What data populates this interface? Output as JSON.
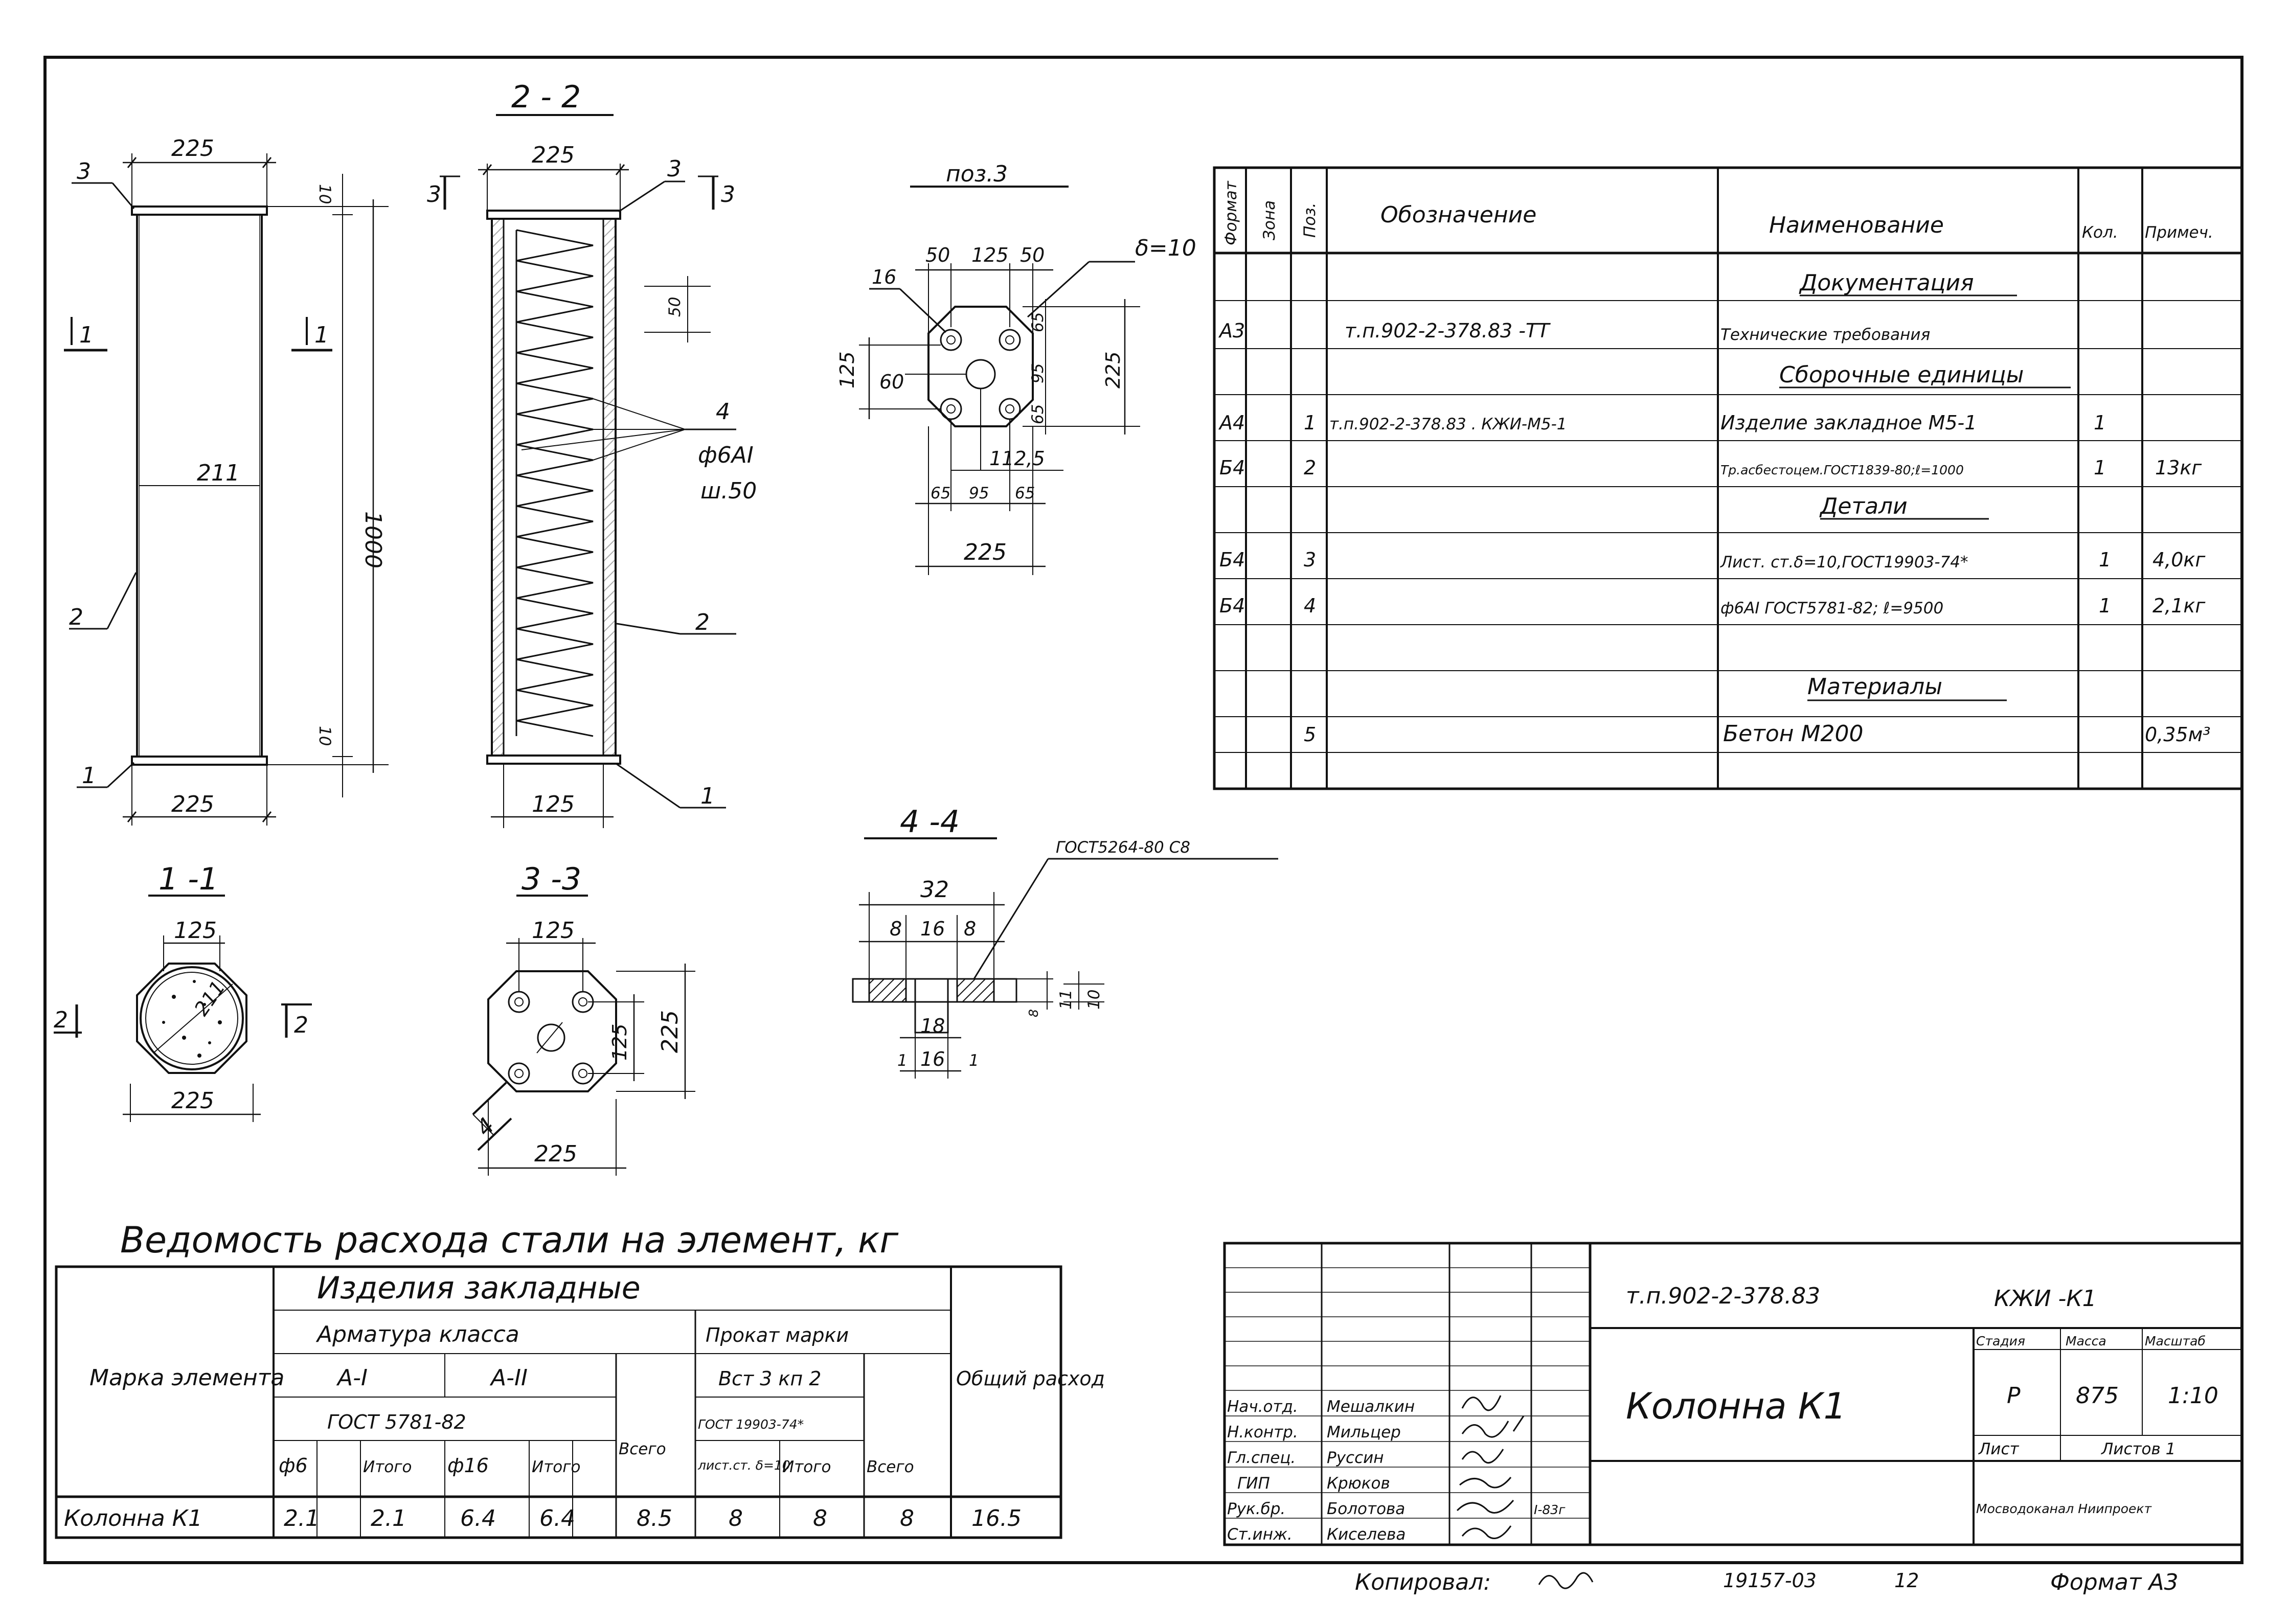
{
  "drawing": {
    "section_labels": {
      "s22": "2 - 2",
      "s11": "1 -1",
      "s33": "3 -3",
      "s44": "4 -4",
      "pos3": "поз.3"
    },
    "elevation": {
      "top_width": "225",
      "bottom_width": "225",
      "inner": "211",
      "height": "1000",
      "gap_top": "10",
      "gap_bottom": "10",
      "mark_3": "3",
      "mark_2": "2",
      "mark_1": "1",
      "cut_left": "1",
      "cut_right": "1"
    },
    "section22": {
      "width": "225",
      "bottom_dim": "125",
      "cut_left": "3",
      "cut_right": "3",
      "mark_3": "3",
      "pitch": "50",
      "mark_4": "4",
      "rebar": "ф6АI",
      "step": "ш.50",
      "mark_2": "2",
      "mark_1": "1"
    },
    "pos3": {
      "thickness": "δ=10",
      "d50a": "50",
      "d125": "125",
      "d50b": "50",
      "hole": "16",
      "left_dim": "125",
      "d60": "60",
      "d65a": "65",
      "d95": "95",
      "d65b": "65",
      "right_dim": "225",
      "d1125": "112,5",
      "b65a": "65",
      "b95": "95",
      "b65b": "65",
      "bottom_dim": "225"
    },
    "section11": {
      "top": "125",
      "diameter": "211",
      "bottom": "225",
      "left_cut": "2",
      "right_cut": "2"
    },
    "section33": {
      "top": "125",
      "right_inner": "125",
      "right_outer": "225",
      "bottom": "225",
      "angle_mark": "4"
    },
    "section44": {
      "weld": "ГОСТ5264-80 С8",
      "total": "32",
      "d8a": "8",
      "d16": "16",
      "d8b": "8",
      "h_small": "8",
      "h_11": "11",
      "h_10": "10",
      "d18": "18",
      "d16b": "16",
      "d1a": "1",
      "d1b": "1"
    }
  },
  "spec": {
    "headers": {
      "format": "Формат",
      "zone": "Зона",
      "pos": "Поз.",
      "designation": "Обозначение",
      "name": "Наименование",
      "qty": "Кол.",
      "note": "Примеч."
    },
    "sections": {
      "docs": "Документация",
      "units": "Сборочные единицы",
      "parts": "Детали",
      "materials": "Материалы"
    },
    "rows": [
      {
        "format": "А3",
        "pos": "",
        "designation": "т.п.902-2-378.83   -ТТ",
        "name": "Технические требования",
        "qty": "",
        "note": ""
      },
      {
        "format": "А4",
        "pos": "1",
        "designation": "т.п.902-2-378.83 . КЖИ-М5-1",
        "name": "Изделие закладное М5-1",
        "qty": "1",
        "note": ""
      },
      {
        "format": "Б4",
        "pos": "2",
        "designation": "",
        "name": "Тр.асбестоцем.ГОСТ1839-80;ℓ=1000",
        "qty": "1",
        "note": "13кг"
      },
      {
        "format": "Б4",
        "pos": "3",
        "designation": "",
        "name": "Лист. ст.δ=10,ГОСТ19903-74*",
        "qty": "1",
        "note": "4,0кг"
      },
      {
        "format": "Б4",
        "pos": "4",
        "designation": "",
        "name": "ф6АI ГОСТ5781-82; ℓ=9500",
        "qty": "1",
        "note": "2,1кг"
      },
      {
        "format": "",
        "pos": "5",
        "designation": "",
        "name": "Бетон  М200",
        "qty": "",
        "note": "0,35м³"
      }
    ]
  },
  "steel": {
    "title": "Ведомость расхода стали на элемент, кг",
    "brand_header": "Марка элемента",
    "embedded": "Изделия закладные",
    "rebar_class": "Арматура класса",
    "rolled": "Прокат марки",
    "a1": "А-I",
    "a2": "А-II",
    "gost_rebar": "ГОСТ 5781-82",
    "vst": "Вст 3  кп 2",
    "gost_sheet": "ГОСТ 19903-74*",
    "sheet": "лист.ст. δ=10",
    "phi6": "ф6",
    "total1": "Итого",
    "phi16": "ф16",
    "total2": "Итого",
    "vsego1": "Всего",
    "total3": "Итого",
    "vsego2": "Всего",
    "overall": "Общий расход",
    "row": {
      "brand": "Колонна К1",
      "phi6": "2.1",
      "t1": "2.1",
      "phi16": "6.4",
      "t2": "6.4",
      "vsego1": "8.5",
      "sheet": "8",
      "t3": "8",
      "vsego2": "8",
      "overall": "16.5"
    }
  },
  "title_block": {
    "doc_code": "т.п.902-2-378.83",
    "sheet_code": "КЖИ -К1",
    "name": "Колонна  К1",
    "stage_h": "Стадия",
    "mass_h": "Масса",
    "scale_h": "Масштаб",
    "stage": "Р",
    "mass": "875",
    "scale": "1:10",
    "sheet_h": "Лист",
    "sheets_h": "Листов 1",
    "org": "Мосводоканал Ниипроект",
    "signers": [
      {
        "role": "Нач.отд.",
        "name": "Мешалкин"
      },
      {
        "role": "Н.контр.",
        "name": "Мильцер"
      },
      {
        "role": "Гл.спец.",
        "name": "Руссин"
      },
      {
        "role": "ГИП",
        "name": "Крюков"
      },
      {
        "role": "Рук.бр.",
        "name": "Болотова"
      },
      {
        "role": "Ст.инж.",
        "name": "Киселева"
      }
    ],
    "date": "I-83г"
  },
  "footer": {
    "copied": "Копировал:",
    "number": "19157-03",
    "sheet": "12",
    "format": "Формат  А3"
  }
}
